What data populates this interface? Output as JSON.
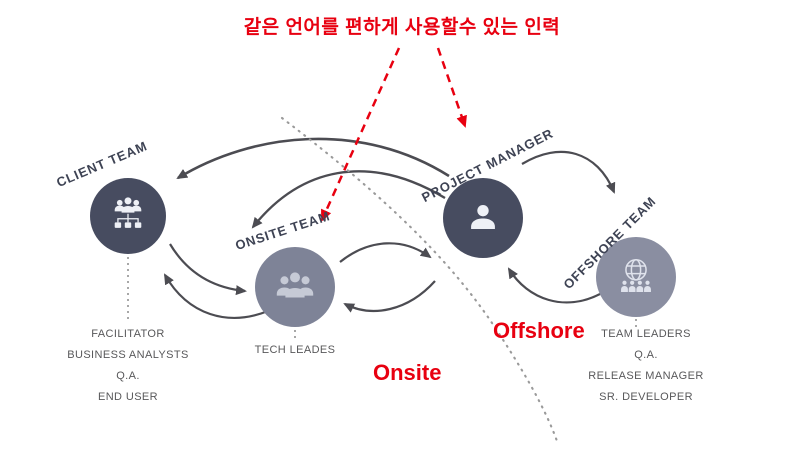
{
  "title": {
    "text": "같은 언어를 편하게 사용할수 있는 인력"
  },
  "regions": {
    "onsite_label": "Onsite",
    "offshore_label": "Offshore"
  },
  "nodes": {
    "client": {
      "label": "CLIENT TEAM",
      "icon": "org-team-icon",
      "roles": [
        "FACILITATOR",
        "BUSINESS ANALYSTS",
        "Q.A.",
        "END USER"
      ]
    },
    "onsite": {
      "label": "ONSITE TEAM",
      "icon": "team-icon",
      "roles": [
        "TECH LEADES"
      ]
    },
    "project_manager": {
      "label": "PROJECT MANAGER",
      "icon": "person-icon",
      "roles": []
    },
    "offshore": {
      "label": "OFFSHORE TEAM",
      "icon": "globe-team-icon",
      "roles": [
        "TEAM LEADERS",
        "Q.A.",
        "RELEASE MANAGER",
        "SR. DEVELOPER"
      ]
    }
  },
  "colors": {
    "accent_red": "#e80010",
    "circle_dark": "#474c60",
    "circle_medium": "#7e8397",
    "circle_light": "#8a8ea1",
    "arrow_gray": "#4c4c52",
    "label_dark": "#3e4354",
    "roles_text": "#58585a",
    "dotted_line": "#9a9a9a"
  }
}
